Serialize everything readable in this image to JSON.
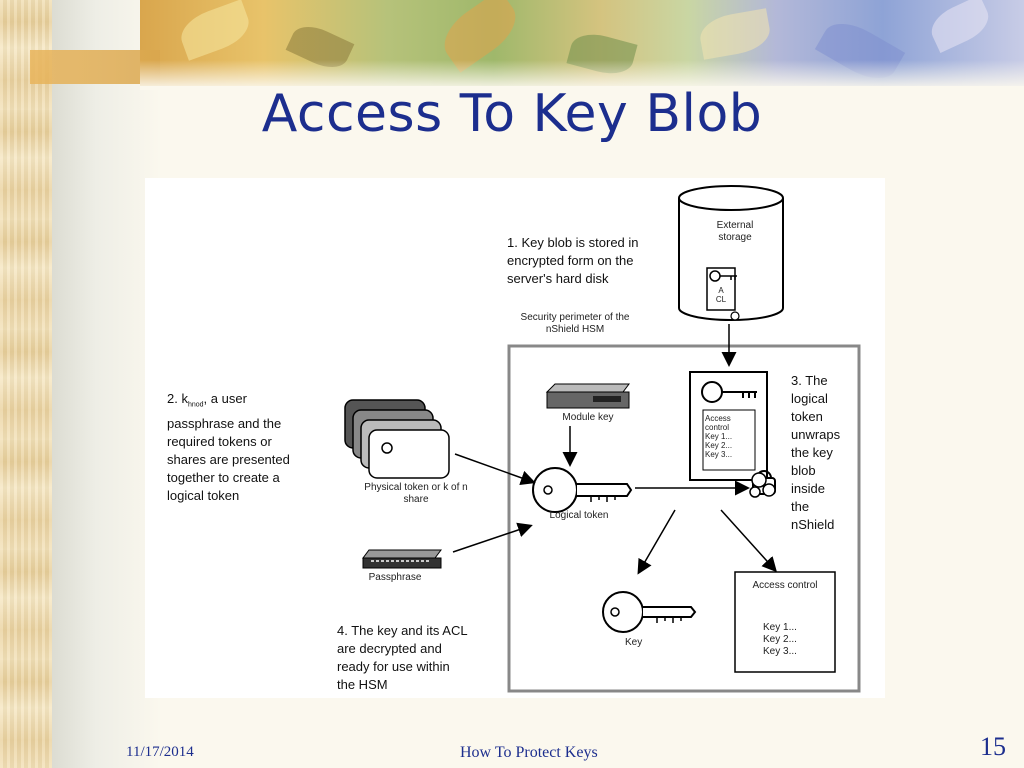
{
  "slide": {
    "title": "Access To Key Blob",
    "date": "11/17/2014",
    "footer_text": "How To Protect Keys",
    "page_number": "15"
  },
  "diagram": {
    "external_storage": "External\nstorage",
    "blob_small_label": "A\nCL",
    "step1": "1. Key blob is stored in\nencrypted form on the\nserver's hard disk",
    "perimeter_label": "Security perimeter of the\nnShield HSM",
    "step2_prefix": "2. k",
    "step2_sub": "hnod",
    "step2_rest": ", a user\npassphrase and the\nrequired tokens or\nshares are presented\ntogether to create a\nlogical token",
    "module_key": "Module key",
    "physical_token": "Physical token or k of n\nshare",
    "logical_token": "Logical token",
    "passphrase": "Passphrase",
    "step3": "3. The\nlogical\ntoken\nunwraps\nthe key\nblob\ninside\nthe\nnShield",
    "blob_acl": "Access\ncontrol\nKey 1...\nKey 2...\nKey 3...",
    "access_control_title": "Access control",
    "access_control_keys": "Key 1...\nKey 2...\nKey 3...",
    "key_label": "Key",
    "step4": "4. The key and its ACL\nare decrypted and\nready for use within\nthe HSM"
  }
}
